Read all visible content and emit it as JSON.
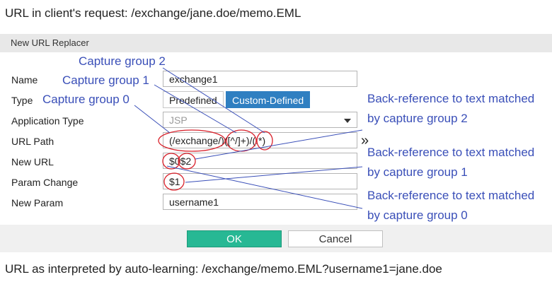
{
  "request_line": "URL in client's request: /exchange/jane.doe/memo.EML",
  "interpreted_line": "URL as interpreted by auto-learning: /exchange/memo.EML?username1=jane.doe",
  "dialog": {
    "title": "New URL Replacer",
    "name_label": "Name",
    "name_value": "exchange1",
    "type_label": "Type",
    "type_options": [
      "Predefined",
      "Custom-Defined"
    ],
    "type_selected": "Custom-Defined",
    "app_type_label": "Application Type",
    "app_type_value": "JSP",
    "url_path_label": "URL Path",
    "url_path_parts": [
      "(/exchange/)",
      "([^/]+)",
      "/",
      "(.*)"
    ],
    "new_url_label": "New URL",
    "new_url_parts": [
      "$0",
      "$2"
    ],
    "param_change_label": "Param Change",
    "param_change_value": "$1",
    "new_param_label": "New Param",
    "new_param_value": "username1",
    "ok_label": "OK",
    "cancel_label": "Cancel",
    "expand_icon_glyph": "»"
  },
  "annotations": {
    "capture_group_2": "Capture group 2",
    "capture_group_1": "Capture group 1",
    "capture_group_0": "Capture group 0",
    "backref_2_line1": "Back-reference to text matched",
    "backref_2_line2": "by capture group 2",
    "backref_1_line1": "Back-reference to text matched",
    "backref_1_line2": "by capture group 1",
    "backref_0_line1": "Back-reference to text matched",
    "backref_0_line2": "by capture group 0"
  },
  "colors": {
    "annotation": "#3a4fb8",
    "highlight_circle": "#d9202a",
    "selected_toggle": "#2f7fc1",
    "ok_button": "#27b894"
  }
}
